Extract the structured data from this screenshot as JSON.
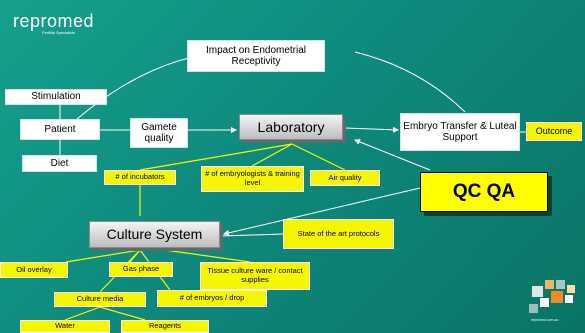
{
  "logo": {
    "wordmark": "repromed",
    "tagline": "Fertility Specialists"
  },
  "url": "repromed.com.au",
  "colors": {
    "background": "#0e8a7c",
    "yellow_box": "#f6f600",
    "green_box": "#7bd23e",
    "qc_box": "#ffff00",
    "connector": "#ffffff"
  },
  "nodes": {
    "impact": "Impact on Endometrial Receptivity",
    "stimulation": "Stimulation",
    "patient": "Patient",
    "diet": "Diet",
    "gamete": "Gamete quality",
    "laboratory": "Laboratory",
    "embryo_transfer": "Embryo Transfer & Luteal Support",
    "outcome": "Outcome",
    "incubators": "# of incubators",
    "embryologists": "# of embryologists & training level",
    "air": "Air quality",
    "qcqa": "QC  QA",
    "culture_system": "Culture System",
    "state_art": "State of the art protocols",
    "oil": "Oil overlay",
    "gas": "Gas phase",
    "tissue": "Tissue culture ware / contact supplies",
    "culture_media": "Culture media",
    "embryos_drop": "# of embryos / drop",
    "water": "Water",
    "reagents": "Reagents"
  }
}
